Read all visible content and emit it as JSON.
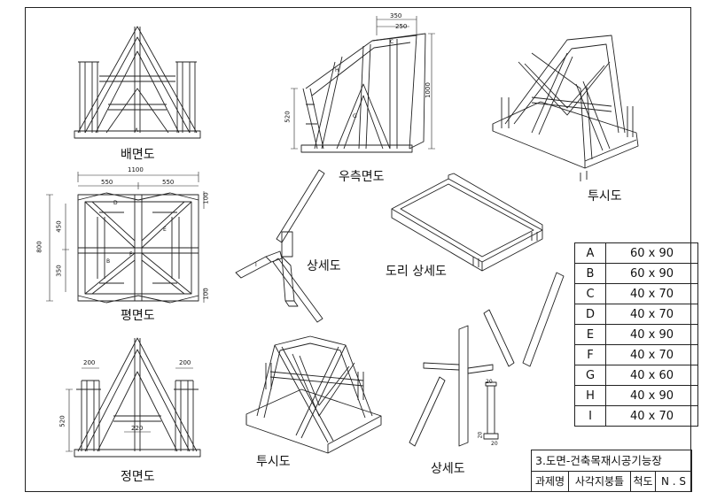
{
  "views": {
    "back_elevation": "배면도",
    "right_elevation": "우측면도",
    "perspective_1": "투시도",
    "plan": "평면도",
    "detail_1": "상세도",
    "plate_detail": "도리 상세도",
    "front_elevation": "정면도",
    "perspective_2": "투시도",
    "detail_2": "상세도"
  },
  "dimensions": {
    "w1100": "1100",
    "w550a": "550",
    "w550b": "550",
    "h800": "800",
    "h450": "450",
    "h350": "350",
    "t100a": "100",
    "t100b": "100",
    "r350": "350",
    "r250": "250",
    "r1000": "1000",
    "r520": "520",
    "f200a": "200",
    "f200b": "200",
    "f520": "520",
    "f220": "220",
    "d20a": "20",
    "d20b": "20",
    "d20c": "20"
  },
  "member_marks": {
    "A": "A",
    "B": "B",
    "C": "C",
    "D": "D",
    "E": "E",
    "F": "F",
    "G": "G",
    "H": "H",
    "I": "I"
  },
  "member_table": [
    {
      "mark": "A",
      "size": "60 x 90"
    },
    {
      "mark": "B",
      "size": "60 x 90"
    },
    {
      "mark": "C",
      "size": "40 x 70"
    },
    {
      "mark": "D",
      "size": "40 x 70"
    },
    {
      "mark": "E",
      "size": "40 x 90"
    },
    {
      "mark": "F",
      "size": "40 x 70"
    },
    {
      "mark": "G",
      "size": "40 x 60"
    },
    {
      "mark": "H",
      "size": "40 x 90"
    },
    {
      "mark": "I",
      "size": "40 x 70"
    }
  ],
  "title_block": {
    "title": "3.도면-건축목재시공기능장",
    "project_label": "과제명",
    "project_name": "사각지붕틀",
    "scale_label": "척도",
    "scale_value": "N . S"
  }
}
